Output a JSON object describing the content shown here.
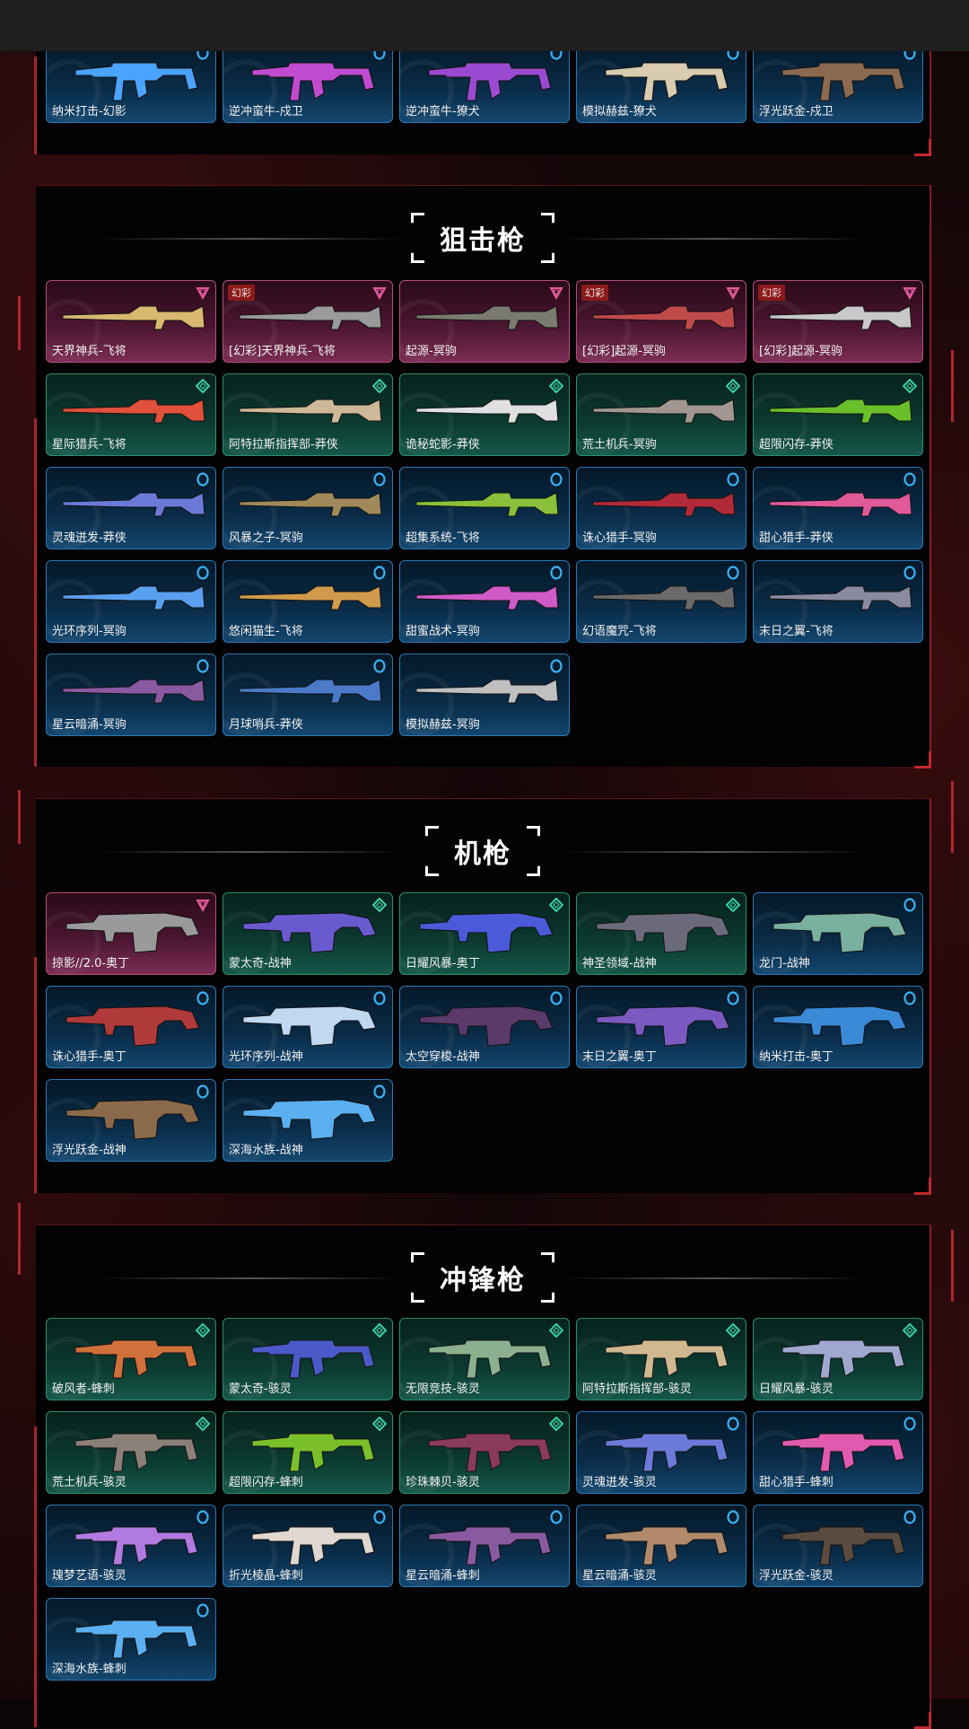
{
  "colors": {
    "pink": "#b4507a",
    "green": "#2a8f72",
    "blue": "#2a79b4",
    "badge": "#8a1a1a"
  },
  "sections": [
    {
      "title": "",
      "cards": [
        {
          "name": "纳米打击-幻影",
          "tier": "blue",
          "accent": "#4aa3ff"
        },
        {
          "name": "逆冲蛮牛-戍卫",
          "tier": "blue",
          "accent": "#c04ad0"
        },
        {
          "name": "逆冲蛮牛-獠犬",
          "tier": "blue",
          "accent": "#9a4ad0"
        },
        {
          "name": "模拟赫兹-獠犬",
          "tier": "blue",
          "accent": "#d8cbb0"
        },
        {
          "name": "浮光跃金-戍卫",
          "tier": "blue",
          "accent": "#8a6a50"
        }
      ]
    },
    {
      "title": "狙击枪",
      "cards": [
        {
          "name": "天界神兵-飞将",
          "tier": "pink",
          "accent": "#d9b870"
        },
        {
          "name": "[幻彩]天界神兵-飞将",
          "tier": "pink",
          "badge": "幻彩",
          "accent": "#9a9a9a"
        },
        {
          "name": "起源-冥驹",
          "tier": "pink",
          "accent": "#7a7a70"
        },
        {
          "name": "[幻彩]起源-冥驹",
          "tier": "pink",
          "badge": "幻彩",
          "accent": "#c04a4a"
        },
        {
          "name": "[幻彩]起源-冥驹",
          "tier": "pink",
          "badge": "幻彩",
          "accent": "#c8c8c8"
        },
        {
          "name": "星际猎兵-飞将",
          "tier": "green",
          "accent": "#e0503a"
        },
        {
          "name": "阿特拉斯指挥部-莽侠",
          "tier": "green",
          "accent": "#cdb898"
        },
        {
          "name": "诡秘蛇影-莽侠",
          "tier": "green",
          "accent": "#e0e0e0"
        },
        {
          "name": "荒土机兵-冥驹",
          "tier": "green",
          "accent": "#a09890"
        },
        {
          "name": "超限闪存-莽侠",
          "tier": "green",
          "accent": "#6ac02a"
        },
        {
          "name": "灵魂迸发-莽侠",
          "tier": "blue",
          "accent": "#6a7ad8"
        },
        {
          "name": "风暴之子-冥驹",
          "tier": "blue",
          "accent": "#a08a5a"
        },
        {
          "name": "超集系统-飞将",
          "tier": "blue",
          "accent": "#8ac03a"
        },
        {
          "name": "诛心猎手-冥驹",
          "tier": "blue",
          "accent": "#b02a3a"
        },
        {
          "name": "甜心猎手-莽侠",
          "tier": "blue",
          "accent": "#e05a9a"
        },
        {
          "name": "光环序列-冥驹",
          "tier": "blue",
          "accent": "#5aa0f0"
        },
        {
          "name": "悠闲猫生-飞将",
          "tier": "blue",
          "accent": "#d09a4a"
        },
        {
          "name": "甜蜜战术-冥驹",
          "tier": "blue",
          "accent": "#d05ac8"
        },
        {
          "name": "幻语魔咒-飞将",
          "tier": "blue",
          "accent": "#6a6a6a"
        },
        {
          "name": "末日之翼-飞将",
          "tier": "blue",
          "accent": "#8a8aa0"
        },
        {
          "name": "星云暗涌-冥驹",
          "tier": "blue",
          "accent": "#8a5aa0"
        },
        {
          "name": "月球哨兵-莽侠",
          "tier": "blue",
          "accent": "#4a7ac8"
        },
        {
          "name": "模拟赫兹-冥驹",
          "tier": "blue",
          "accent": "#c0c0c0"
        }
      ]
    },
    {
      "title": "机枪",
      "cards": [
        {
          "name": "掠影//2.0-奥丁",
          "tier": "pink",
          "accent": "#9a9a9a"
        },
        {
          "name": "蒙太奇-战神",
          "tier": "green",
          "accent": "#6a5ad0"
        },
        {
          "name": "日耀风暴-奥丁",
          "tier": "green",
          "accent": "#4a5ad8"
        },
        {
          "name": "神圣领域-战神",
          "tier": "green",
          "accent": "#6a6a7a"
        },
        {
          "name": "龙门-战神",
          "tier": "blue",
          "accent": "#7ab0a0"
        },
        {
          "name": "诛心猎手-奥丁",
          "tier": "blue",
          "accent": "#b03a3a"
        },
        {
          "name": "光环序列-战神",
          "tier": "blue",
          "accent": "#c0d8f0"
        },
        {
          "name": "太空穿梭-战神",
          "tier": "blue",
          "accent": "#5a3a6a"
        },
        {
          "name": "末日之翼-奥丁",
          "tier": "blue",
          "accent": "#7a5ac0"
        },
        {
          "name": "纳米打击-奥丁",
          "tier": "blue",
          "accent": "#3a8ad8"
        },
        {
          "name": "浮光跃金-战神",
          "tier": "blue",
          "accent": "#8a6a4a"
        },
        {
          "name": "深海水族-战神",
          "tier": "blue",
          "accent": "#5ab0f0"
        }
      ]
    },
    {
      "title": "冲锋枪",
      "cards": [
        {
          "name": "破风者-蜂刺",
          "tier": "green",
          "accent": "#d0703a"
        },
        {
          "name": "蒙太奇-骇灵",
          "tier": "green",
          "accent": "#4a5ac8"
        },
        {
          "name": "无限竞技-骇灵",
          "tier": "green",
          "accent": "#8ab090"
        },
        {
          "name": "阿特拉斯指挥部-骇灵",
          "tier": "green",
          "accent": "#d0b890"
        },
        {
          "name": "日耀风暴-骇灵",
          "tier": "green",
          "accent": "#a0a8d0"
        },
        {
          "name": "荒土机兵-骇灵",
          "tier": "green",
          "accent": "#8a8078"
        },
        {
          "name": "超限闪存-蜂刺",
          "tier": "green",
          "accent": "#7ac02a"
        },
        {
          "name": "珍珠棘贝-骇灵",
          "tier": "green",
          "accent": "#8a3a5a"
        },
        {
          "name": "灵魂迸发-骇灵",
          "tier": "blue",
          "accent": "#6a7ad8"
        },
        {
          "name": "甜心猎手-蜂刺",
          "tier": "blue",
          "accent": "#e05ab0"
        },
        {
          "name": "瑰梦艺语-骇灵",
          "tier": "blue",
          "accent": "#b07ae0"
        },
        {
          "name": "折光棱晶-蜂刺",
          "tier": "blue",
          "accent": "#e0d8d0"
        },
        {
          "name": "星云暗涌-蜂刺",
          "tier": "blue",
          "accent": "#8a5aa0"
        },
        {
          "name": "星云暗涌-骇灵",
          "tier": "blue",
          "accent": "#b08a6a"
        },
        {
          "name": "浮光跃金-骇灵",
          "tier": "blue",
          "accent": "#5a4a40"
        },
        {
          "name": "深海水族-蜂刺",
          "tier": "blue",
          "accent": "#5ab0f0"
        }
      ]
    }
  ]
}
